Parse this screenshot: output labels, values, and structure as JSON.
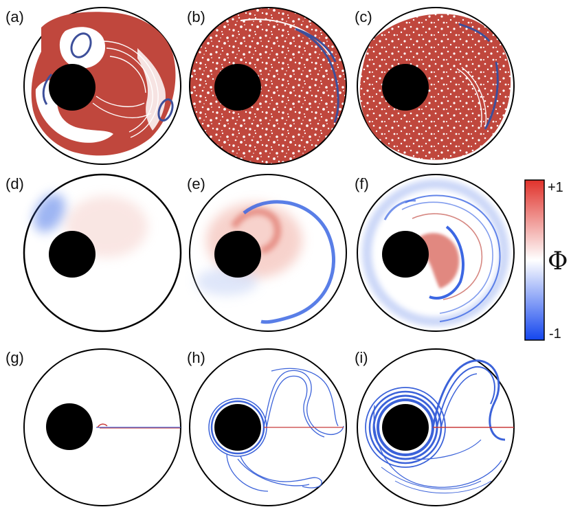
{
  "figure": {
    "panels": [
      {
        "label": "(a)",
        "kind": "poincare"
      },
      {
        "label": "(b)",
        "kind": "poincare"
      },
      {
        "label": "(c)",
        "kind": "poincare"
      },
      {
        "label": "(d)",
        "kind": "field"
      },
      {
        "label": "(e)",
        "kind": "field"
      },
      {
        "label": "(f)",
        "kind": "field"
      },
      {
        "label": "(g)",
        "kind": "streaks"
      },
      {
        "label": "(h)",
        "kind": "streaks"
      },
      {
        "label": "(i)",
        "kind": "streaks"
      }
    ],
    "colorbar": {
      "symbol": "Φ",
      "max_label": "+1",
      "min_label": "-1",
      "colors": {
        "max": "#e0322b",
        "mid": "#ffffff",
        "min": "#1446ee"
      }
    },
    "colors": {
      "chaotic": "#c0473d",
      "regular": "#3d4f9a",
      "obstacle": "#000000",
      "outline": "#000000",
      "streak_blue": "#3b62d9",
      "streak_red": "#c83a3a"
    }
  }
}
